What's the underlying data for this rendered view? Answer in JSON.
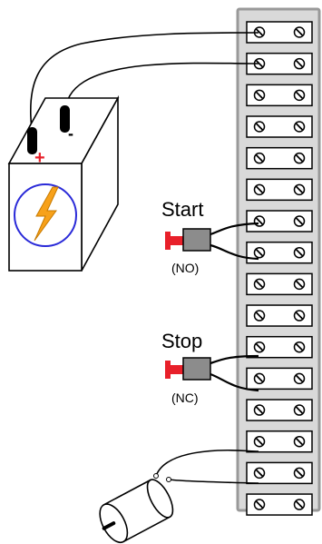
{
  "colors": {
    "terminal_strip_fill": "#d9d9d9",
    "terminal_strip_stroke": "#999999",
    "button_body": "#8c8c8c",
    "button_actuator": "#e8202a",
    "battery_plus": "#e8202a",
    "lightning_fill": "#f7a11a",
    "lightning_ring": "#2a2ad8"
  },
  "icons": {
    "battery": "battery-icon",
    "lightning": "lightning-bolt-icon",
    "motor": "motor-icon",
    "pushbutton": "pushbutton-switch-icon",
    "screw": "screw-terminal-icon"
  },
  "battery": {
    "plus_sign": "+",
    "minus_sign": "-"
  },
  "start_button": {
    "label": "Start",
    "contact_type": "(NO)"
  },
  "stop_button": {
    "label": "Stop",
    "contact_type": "(NC)"
  },
  "terminal_strip": {
    "terminal_count": 16
  }
}
